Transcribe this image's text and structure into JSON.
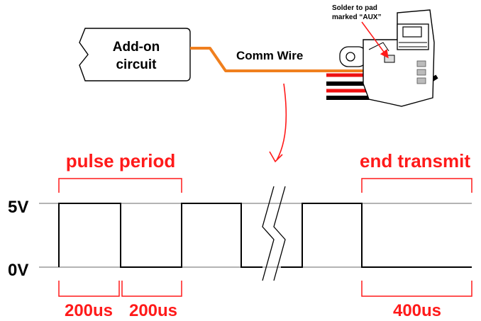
{
  "addon_box": {
    "line1": "Add-on",
    "line2": "circuit"
  },
  "wire_label": "Comm Wire",
  "solder_note": {
    "line1": "Solder to pad",
    "line2": "marked “AUX”"
  },
  "levels": {
    "high": "5V",
    "low": "0V"
  },
  "brackets": {
    "pulse_period": "pulse period",
    "end_transmit": "end transmit",
    "first_interval": "200us",
    "second_interval": "200us",
    "end_interval": "400us"
  },
  "colors": {
    "wire": "#f07f1e",
    "annotation_red": "#ff1a1a",
    "line_black": "#000000",
    "grid_gray": "#b4b4b4"
  }
}
